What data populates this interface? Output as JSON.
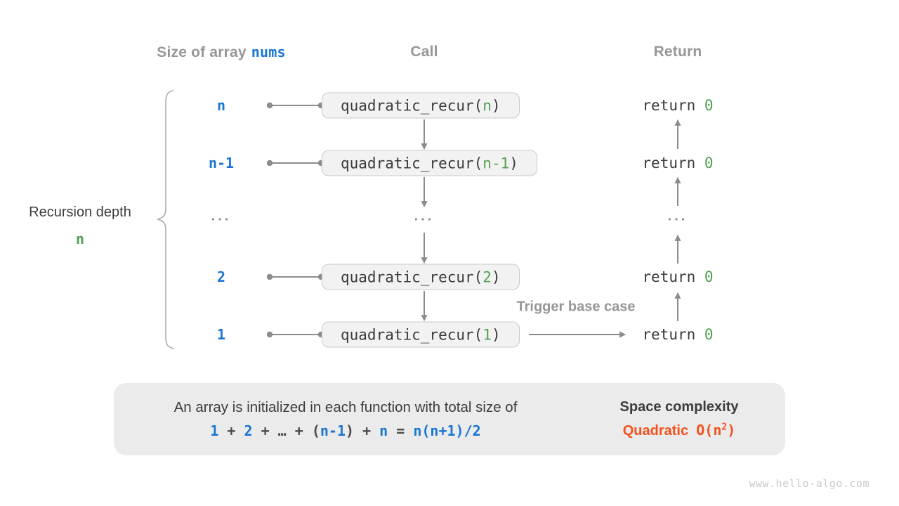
{
  "colors": {
    "blue": "#1976D2",
    "green": "#52A053",
    "orange": "#F4511E",
    "gray_label": "#979797",
    "dark_text": "#3C3C3C",
    "arrow_gray": "#8C8C8C",
    "box_bg": "#F2F2F2",
    "summary_bg": "#EBEBEB"
  },
  "headers": {
    "size_prefix": "Size of array",
    "size_code": "nums",
    "call": "Call",
    "return": "Return"
  },
  "depth": {
    "line1": "Recursion depth",
    "line2": "n"
  },
  "rows": [
    {
      "size": "n",
      "call_prefix": "quadratic_recur(",
      "param": "n",
      "call_suffix": ")",
      "return_prefix": "return ",
      "return_value": "0"
    },
    {
      "size": "n-1",
      "call_prefix": "quadratic_recur(",
      "param": "n-1",
      "call_suffix": ")",
      "return_prefix": "return ",
      "return_value": "0"
    },
    {
      "size": "...",
      "call": "...",
      "return": "..."
    },
    {
      "size": "2",
      "call_prefix": "quadratic_recur(",
      "param": "2",
      "call_suffix": ")",
      "return_prefix": "return ",
      "return_value": "0"
    },
    {
      "size": "1",
      "call_prefix": "quadratic_recur(",
      "param": "1",
      "call_suffix": ")",
      "return_prefix": "return ",
      "return_value": "0"
    }
  ],
  "trigger_label": "Trigger base case",
  "summary": {
    "line1": "An array is initialized in each function with total size of",
    "formula": [
      {
        "text": "1",
        "color": "blue"
      },
      {
        "text": " + ",
        "color": "dark"
      },
      {
        "text": "2",
        "color": "blue"
      },
      {
        "text": " + ",
        "color": "dark"
      },
      {
        "text": "…",
        "color": "dark"
      },
      {
        "text": " + ",
        "color": "dark"
      },
      {
        "text": "(",
        "color": "dark"
      },
      {
        "text": "n-1",
        "color": "blue"
      },
      {
        "text": ")",
        "color": "dark"
      },
      {
        "text": " + ",
        "color": "dark"
      },
      {
        "text": "n",
        "color": "blue"
      },
      {
        "text": " = ",
        "color": "dark"
      },
      {
        "text": "n(n+1)/2",
        "color": "blue"
      }
    ],
    "result_title": "Space complexity",
    "result_word": "Quadratic",
    "result_o_prefix": "O(n",
    "result_o_sup": "2",
    "result_o_suffix": ")"
  },
  "watermark": "www.hello-algo.com"
}
